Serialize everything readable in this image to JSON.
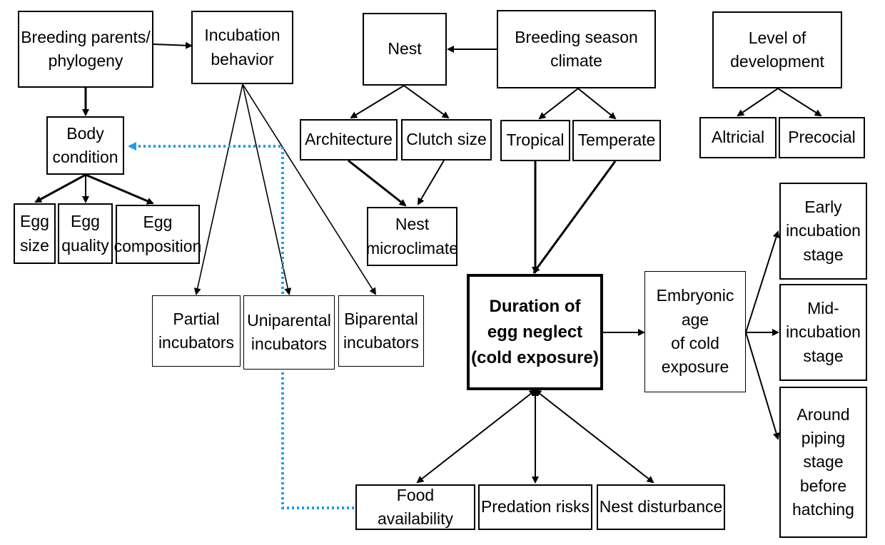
{
  "nodes": {
    "breeding_parents": "Breeding parents/\nphylogeny",
    "incubation_behavior": "Incubation\nbehavior",
    "nest": "Nest",
    "breeding_season_climate": "Breeding season\nclimate",
    "level_of_development": "Level of\ndevelopment",
    "body_condition": "Body\ncondition",
    "architecture": "Architecture",
    "clutch_size": "Clutch size",
    "tropical": "Tropical",
    "temperate": "Temperate",
    "altricial": "Altricial",
    "precocial": "Precocial",
    "egg_size": "Egg\nsize",
    "egg_quality": "Egg\nquality",
    "egg_composition": "Egg\ncomposition",
    "nest_microclimate": "Nest\nmicroclimate",
    "early_incubation": "Early\nincubation\nstage",
    "mid_incubation": "Mid-\nincubation\nstage",
    "around_piping": "Around\npiping\nstage\nbefore\nhatching",
    "partial_incubators": "Partial\nincubators",
    "uniparental_incubators": "Uniparental\nincubators",
    "biparental_incubators": "Biparental\nincubators",
    "duration_egg_neglect": "Duration of\negg neglect\n(cold exposure)",
    "embryonic_age": "Embryonic\nage\nof cold\nexposure",
    "food_availability": "Food availability",
    "predation_risks": "Predation risks",
    "nest_disturbance": "Nest disturbance"
  },
  "colors": {
    "line": "#000000",
    "dotted_link": "#1aa0e6"
  }
}
